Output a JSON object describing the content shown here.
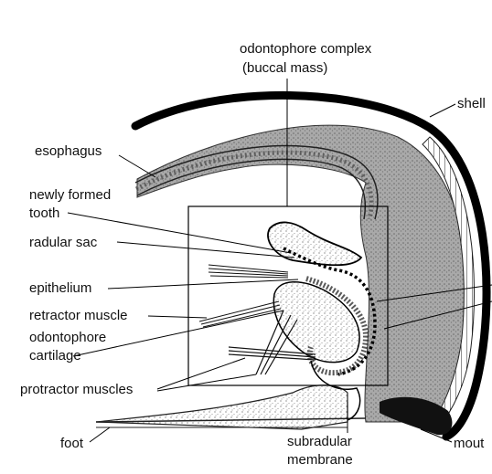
{
  "labels": {
    "odontophore_complex": "odontophore complex",
    "buccal_mass": "(buccal mass)",
    "shell": "shell",
    "esophagus": "esophagus",
    "newly_formed": "newly formed",
    "tooth": "tooth",
    "radular_sac": "radular sac",
    "epithelium": "epithelium",
    "retractor_muscle": "retractor muscle",
    "odontophore": "odontophore",
    "cartilage": "cartilage",
    "protractor_muscles": "protractor muscles",
    "foot": "foot",
    "subradular": "subradular",
    "membrane": "membrane",
    "mouth": "mout"
  }
}
